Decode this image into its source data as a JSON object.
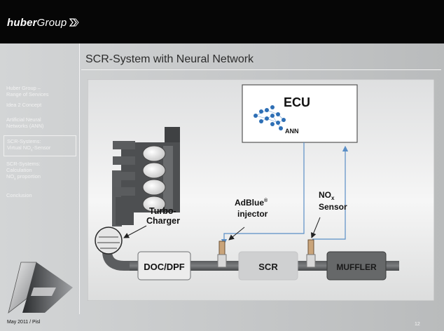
{
  "header": {
    "logo_bold": "huber",
    "logo_normal": "Group"
  },
  "slide": {
    "title": "SCR-System with Neural Network",
    "page_number": "12",
    "footer": "May 2011 / Pisl"
  },
  "nav": [
    {
      "line1": "Huber Group –",
      "line2": "Range of Services"
    },
    {
      "line1": "Idea 2 Concept"
    },
    {
      "line1": "Artificial Neural",
      "line2": "Networks (ANN)"
    },
    {
      "line1": "SCR-Systems:",
      "line2": "Virtual NO",
      "line2_sub": "x",
      "line2_end": "-Sensor"
    },
    {
      "line1": "SCR-Systems:",
      "line2": "Calculation",
      "line3": "NO",
      "line3_sub": "x",
      "line3_end": " proportion"
    },
    {
      "line1": "Conclusion"
    }
  ],
  "diagram": {
    "ecu_label": "ECU",
    "ann_label": "ANN",
    "turbo_line1": "Turbo-",
    "turbo_line2": "Charger",
    "adblue_line1": "AdBlue",
    "adblue_reg": "®",
    "adblue_line2": "injector",
    "nox_main": "NO",
    "nox_sub": "x",
    "nox_line2": "Sensor",
    "box_doc": "DOC/DPF",
    "box_scr": "SCR",
    "box_muffler": "MUFFLER"
  },
  "colors": {
    "topbar": "#060606",
    "signal_line": "#5a8ec6",
    "neuron": "#2e6fb5"
  }
}
